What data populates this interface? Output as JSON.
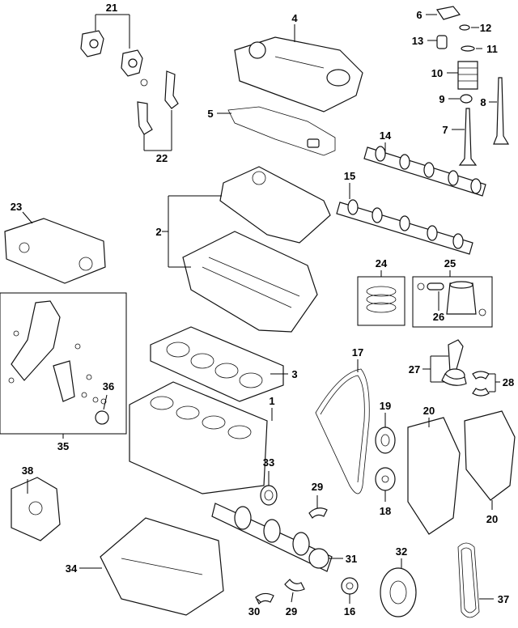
{
  "callouts": [
    {
      "id": "1",
      "label": "1"
    },
    {
      "id": "2",
      "label": "2"
    },
    {
      "id": "3",
      "label": "3"
    },
    {
      "id": "4",
      "label": "4"
    },
    {
      "id": "5",
      "label": "5"
    },
    {
      "id": "6",
      "label": "6"
    },
    {
      "id": "7",
      "label": "7"
    },
    {
      "id": "8",
      "label": "8"
    },
    {
      "id": "9",
      "label": "9"
    },
    {
      "id": "10",
      "label": "10"
    },
    {
      "id": "11",
      "label": "11"
    },
    {
      "id": "12",
      "label": "12"
    },
    {
      "id": "13",
      "label": "13"
    },
    {
      "id": "14",
      "label": "14"
    },
    {
      "id": "15",
      "label": "15"
    },
    {
      "id": "16",
      "label": "16"
    },
    {
      "id": "17",
      "label": "17"
    },
    {
      "id": "18",
      "label": "18"
    },
    {
      "id": "19",
      "label": "19"
    },
    {
      "id": "20a",
      "label": "20"
    },
    {
      "id": "20b",
      "label": "20"
    },
    {
      "id": "21",
      "label": "21"
    },
    {
      "id": "22",
      "label": "22"
    },
    {
      "id": "23",
      "label": "23"
    },
    {
      "id": "24",
      "label": "24"
    },
    {
      "id": "25",
      "label": "25"
    },
    {
      "id": "26",
      "label": "26"
    },
    {
      "id": "27",
      "label": "27"
    },
    {
      "id": "28",
      "label": "28"
    },
    {
      "id": "29a",
      "label": "29"
    },
    {
      "id": "29b",
      "label": "29"
    },
    {
      "id": "30",
      "label": "30"
    },
    {
      "id": "31",
      "label": "31"
    },
    {
      "id": "32",
      "label": "32"
    },
    {
      "id": "33",
      "label": "33"
    },
    {
      "id": "34",
      "label": "34"
    },
    {
      "id": "35",
      "label": "35"
    },
    {
      "id": "36",
      "label": "36"
    },
    {
      "id": "37",
      "label": "37"
    },
    {
      "id": "38",
      "label": "38"
    }
  ]
}
